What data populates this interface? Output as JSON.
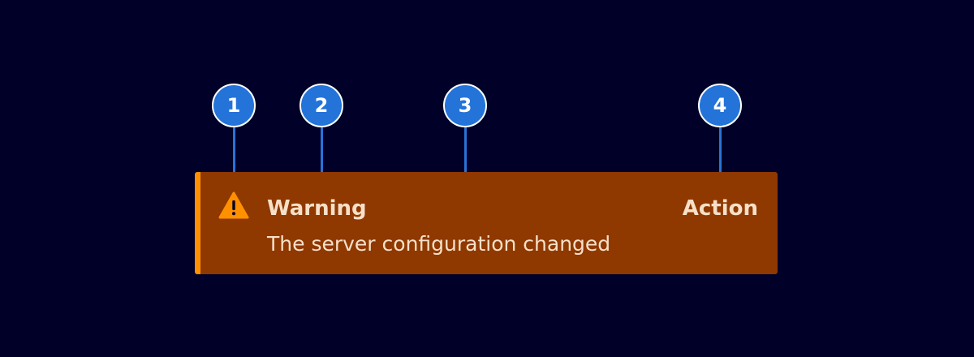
{
  "callouts": [
    {
      "number": "1"
    },
    {
      "number": "2"
    },
    {
      "number": "3"
    },
    {
      "number": "4"
    }
  ],
  "banner": {
    "icon": "warning-icon",
    "title": "Warning",
    "message": "The server configuration changed",
    "action_label": "Action"
  },
  "colors": {
    "background": "#000028",
    "banner_fill": "#8f3800",
    "banner_accent": "#ff9000",
    "icon": "#ff9000",
    "text": "#f7e0c8",
    "callout_fill": "#2473d9",
    "callout_line": "#2a72d6"
  }
}
